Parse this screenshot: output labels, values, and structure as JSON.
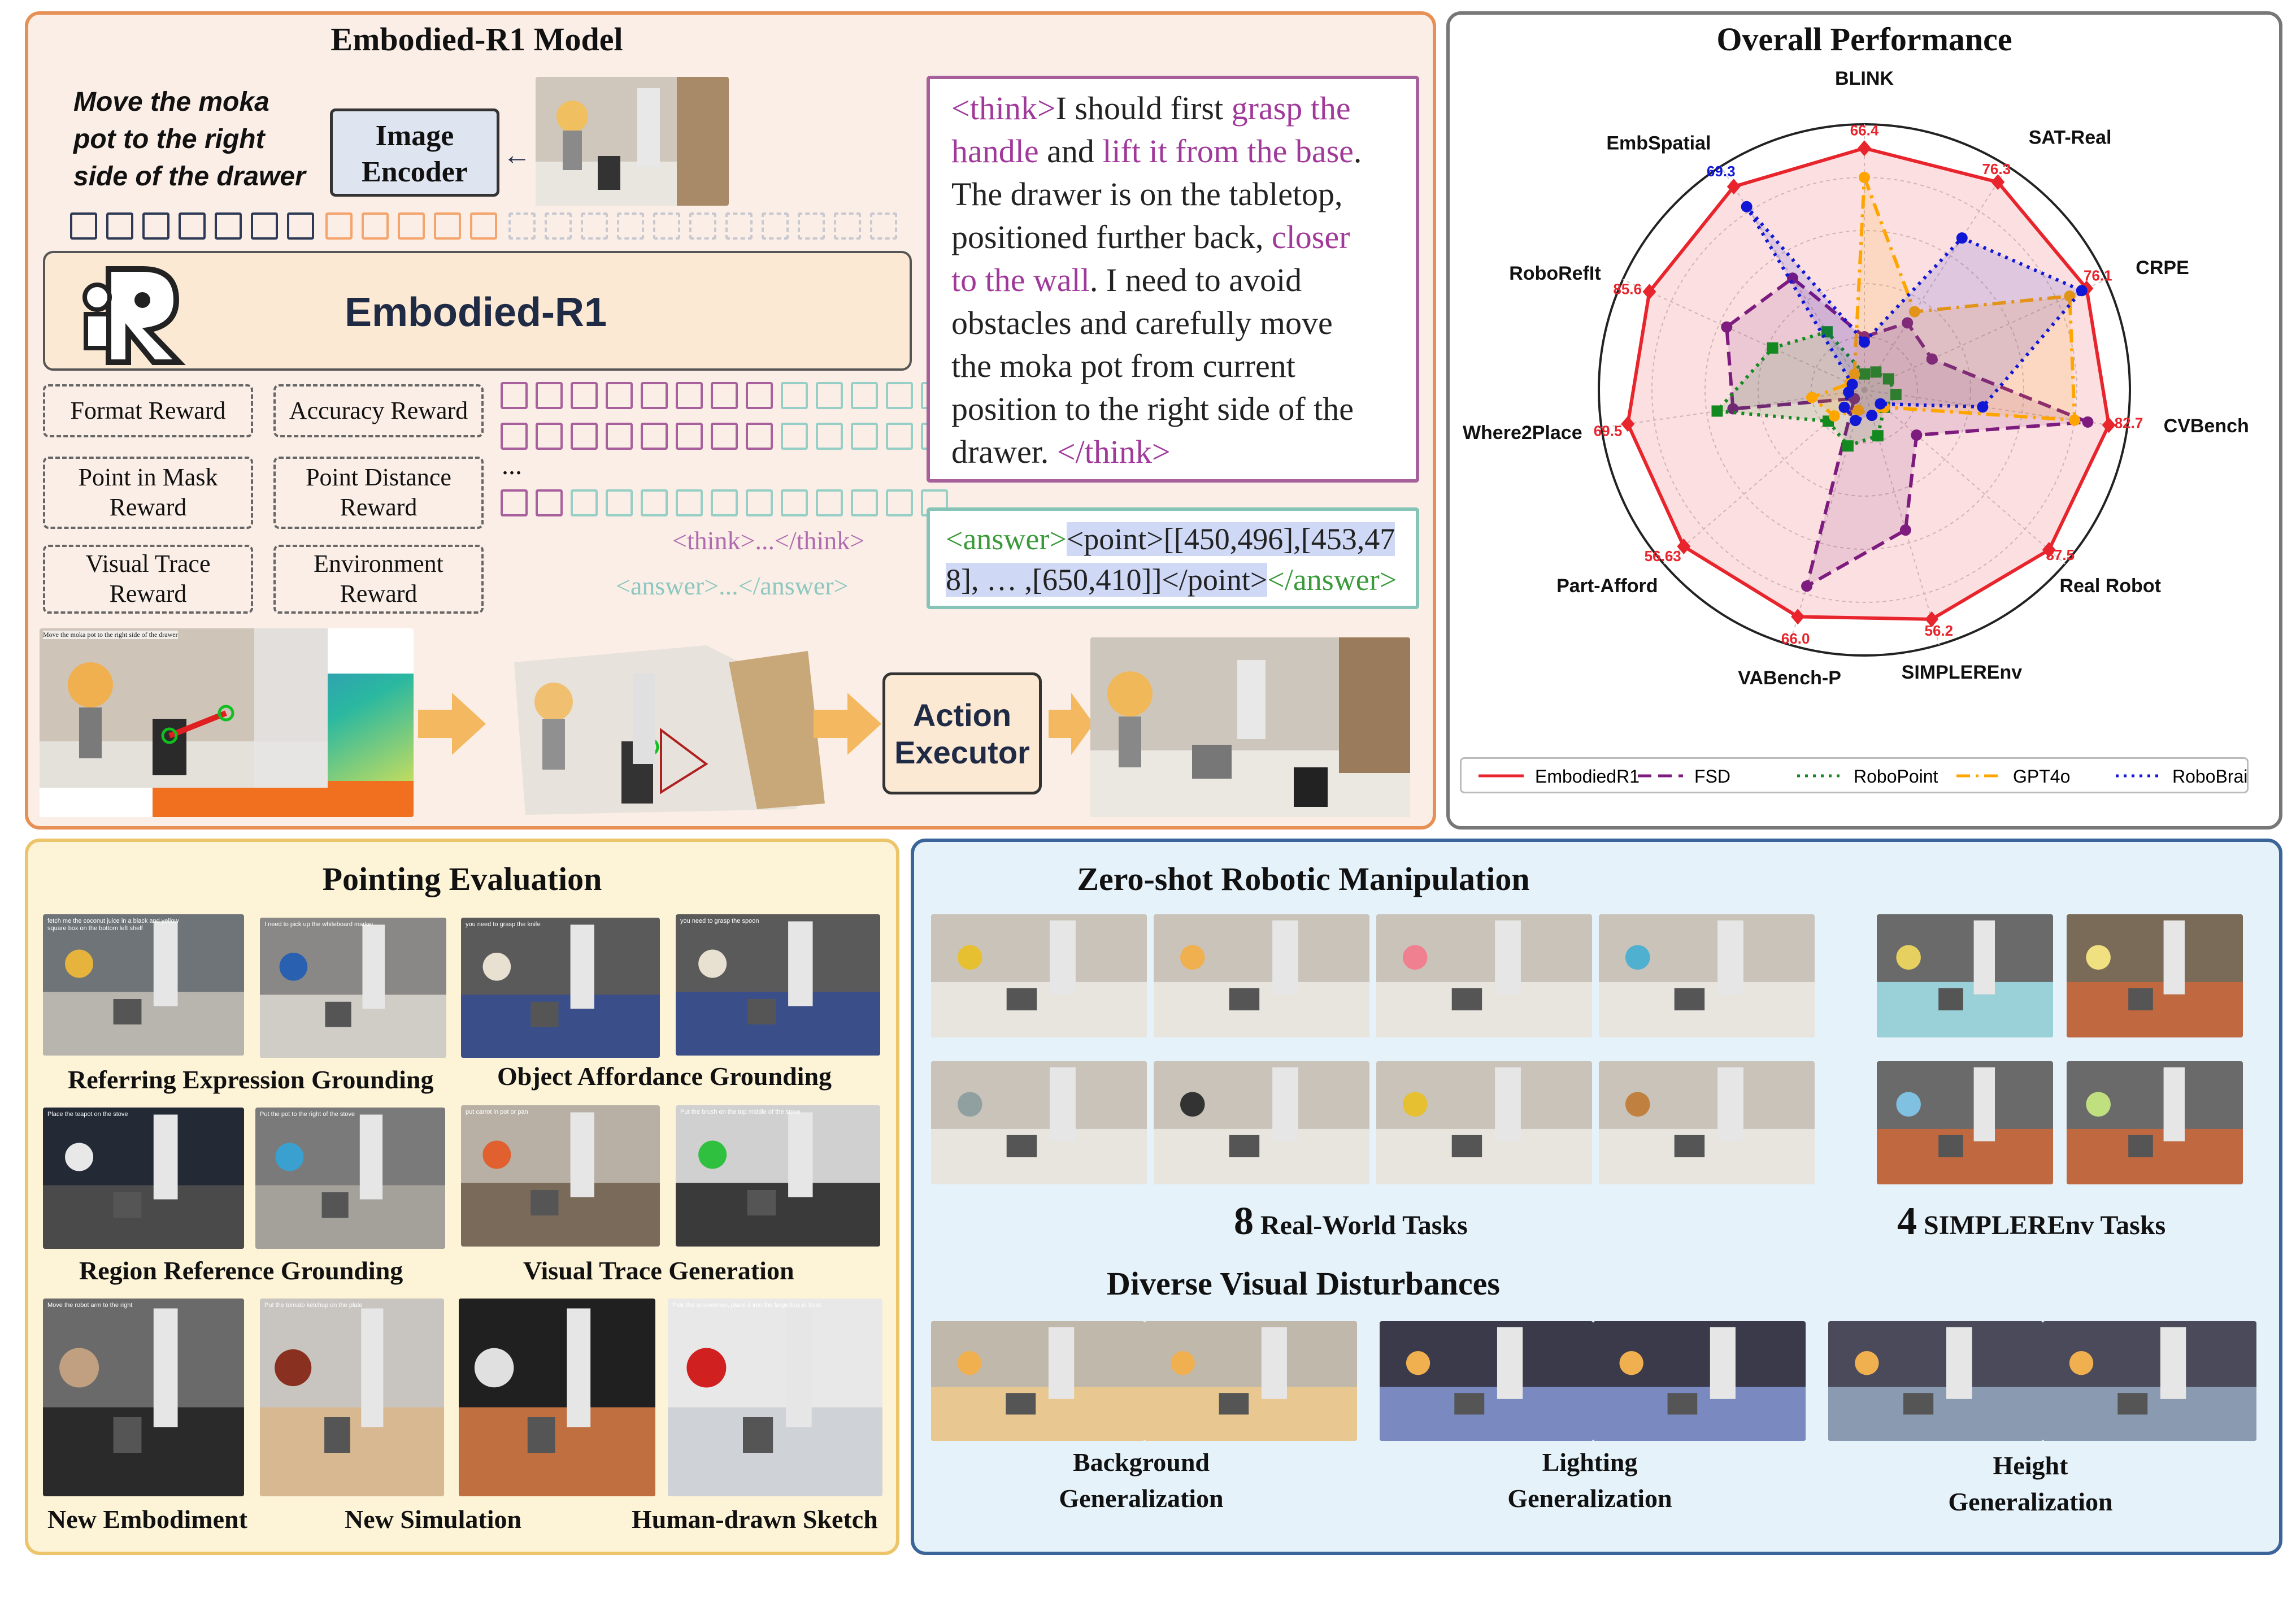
{
  "model": {
    "title": "Embodied-R1 Model",
    "instruction": [
      "Move the moka",
      "pot to the right",
      "side of the drawer"
    ],
    "encoder": [
      "Image",
      "Encoder"
    ],
    "r1_label": "Embodied-R1",
    "rewards": [
      [
        "Format Reward"
      ],
      [
        "Accuracy Reward"
      ],
      [
        "Point in Mask",
        "Reward"
      ],
      [
        "Point Distance",
        "Reward"
      ],
      [
        "Visual Trace",
        "Reward"
      ],
      [
        "Environment",
        "Reward"
      ]
    ],
    "ellipsis": "...",
    "think_tag": "<think>...</think>",
    "answer_tag": "<answer>...</answer>",
    "think_lines": [
      [
        [
          "<think>",
          "p"
        ],
        [
          "I should first ",
          "k"
        ],
        [
          "grasp the",
          "p"
        ]
      ],
      [
        [
          "handle",
          "p"
        ],
        [
          " and ",
          "k"
        ],
        [
          "lift it from the base",
          "p"
        ],
        [
          ".",
          "k"
        ]
      ],
      [
        [
          "The drawer is on the tabletop,",
          "k"
        ]
      ],
      [
        [
          "positioned further back, ",
          "k"
        ],
        [
          "closer",
          "p"
        ]
      ],
      [
        [
          "to the wall",
          "p"
        ],
        [
          ". I need to avoid",
          "k"
        ]
      ],
      [
        [
          "obstacles and carefully move",
          "k"
        ]
      ],
      [
        [
          "the moka pot from current",
          "k"
        ]
      ],
      [
        [
          "position to the right side of the",
          "k"
        ]
      ],
      [
        [
          "drawer. ",
          "k"
        ],
        [
          "</think>",
          "p"
        ]
      ]
    ],
    "answer_lines": [
      [
        [
          "<answer>",
          "g"
        ],
        [
          "<point>[[450,496],[453,47",
          "h"
        ]
      ],
      [
        [
          "8], … ,[650,410]]</point>",
          "h"
        ],
        [
          "</answer>",
          "g"
        ]
      ]
    ],
    "action": [
      "Action",
      "Executor"
    ],
    "scene_caption": "Move the moka pot to the right side of the drawer"
  },
  "performance": {
    "title": "Overall Performance",
    "chart_data": {
      "type": "radar",
      "axes": [
        "BLINK",
        "SAT-Real",
        "CRPE",
        "CVBench",
        "Real Robot",
        "SIMPLEREnv",
        "VABench-P",
        "Part-Afford",
        "Where2Place",
        "RoboRefIt",
        "EmbSpatial"
      ],
      "value_labels": [
        "66.4",
        "76.3",
        "76.1",
        "82.7",
        "87.5",
        "56.2",
        "66.0",
        "56.63",
        "69.5",
        "85.6",
        "69.3"
      ],
      "grid": true,
      "legend_position": "bottom",
      "series": [
        {
          "name": "EmbodiedR1",
          "color": "#e8242c",
          "style": "solid",
          "r": [
            0.91,
            0.93,
            0.92,
            0.93,
            0.92,
            0.9,
            0.89,
            0.9,
            0.9,
            0.89,
            0.91
          ]
        },
        {
          "name": "FSD",
          "color": "#7d1b7e",
          "style": "dash",
          "r": [
            0.2,
            0.3,
            0.28,
            0.85,
            0.26,
            0.55,
            0.77,
            0.05,
            0.5,
            0.57,
            0.5
          ]
        },
        {
          "name": "RoboPoint",
          "color": "#138a1f",
          "style": "dot",
          "r": [
            0.06,
            0.08,
            0.1,
            0.12,
            0.1,
            0.18,
            0.22,
            0.18,
            0.56,
            0.38,
            0.26
          ]
        },
        {
          "name": "GPT4o",
          "color": "#ffa500",
          "style": "dashdot",
          "r": [
            0.8,
            0.35,
            0.85,
            0.8,
            0.1,
            0.1,
            0.08,
            0.15,
            0.2,
            0.06,
            0.07
          ]
        },
        {
          "name": "RoboBrain",
          "color": "#1018d6",
          "style": "dot",
          "r": [
            0.18,
            0.68,
            0.9,
            0.45,
            0.08,
            0.1,
            0.12,
            0.1,
            0.06,
            0.05,
            0.82
          ]
        }
      ]
    }
  },
  "pointing": {
    "title": "Pointing Evaluation",
    "captions": [
      "Referring Expression Grounding",
      "Object Affordance Grounding",
      "Region Reference Grounding",
      "Visual Trace Generation",
      "New Embodiment",
      "New Simulation",
      "Human-drawn Sketch"
    ],
    "thumb_texts": [
      "fetch me the coconut juice in a black and yellow square box on the bottom left shelf",
      "I need to pick up the whiteboard marker",
      "you need to grasp the knife",
      "you need to grasp the spoon",
      "Place the teapot on the stove",
      "Put the pot to the right of the stove",
      "put carrot in pot or pan",
      "Put the brush on the top middle of the stove",
      "Move the robot arm to the right",
      "Put the tomato ketchup on the plate",
      "",
      "Pick the screwdriver, place it into the large box in front"
    ]
  },
  "zeroshot": {
    "title": "Zero-shot Robotic Manipulation",
    "real_count": "8",
    "real_label": "Real-World Tasks",
    "sim_count": "4",
    "sim_label": "SIMPLEREnv Tasks",
    "disturb_title": "Diverse Visual Disturbances",
    "disturb_labels": [
      [
        "Background",
        "Generalization"
      ],
      [
        "Lighting",
        "Generalization"
      ],
      [
        "Height",
        "Generalization"
      ]
    ]
  }
}
